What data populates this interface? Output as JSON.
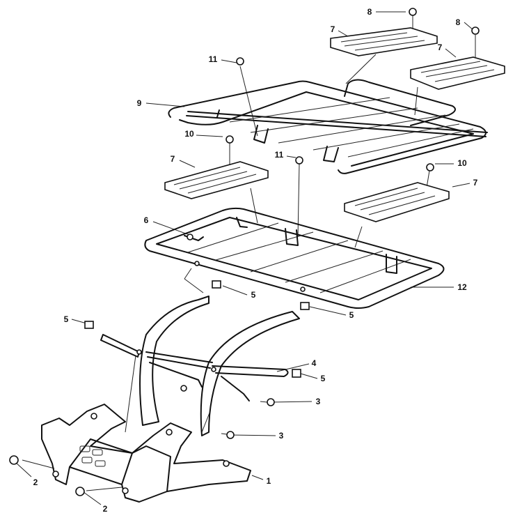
{
  "diagram": {
    "callouts": [
      "8",
      "8",
      "7",
      "7",
      "11",
      "9",
      "10",
      "7",
      "11",
      "10",
      "7",
      "6",
      "12",
      "5",
      "5",
      "5",
      "4",
      "5",
      "3",
      "3",
      "1",
      "2",
      "2"
    ]
  }
}
